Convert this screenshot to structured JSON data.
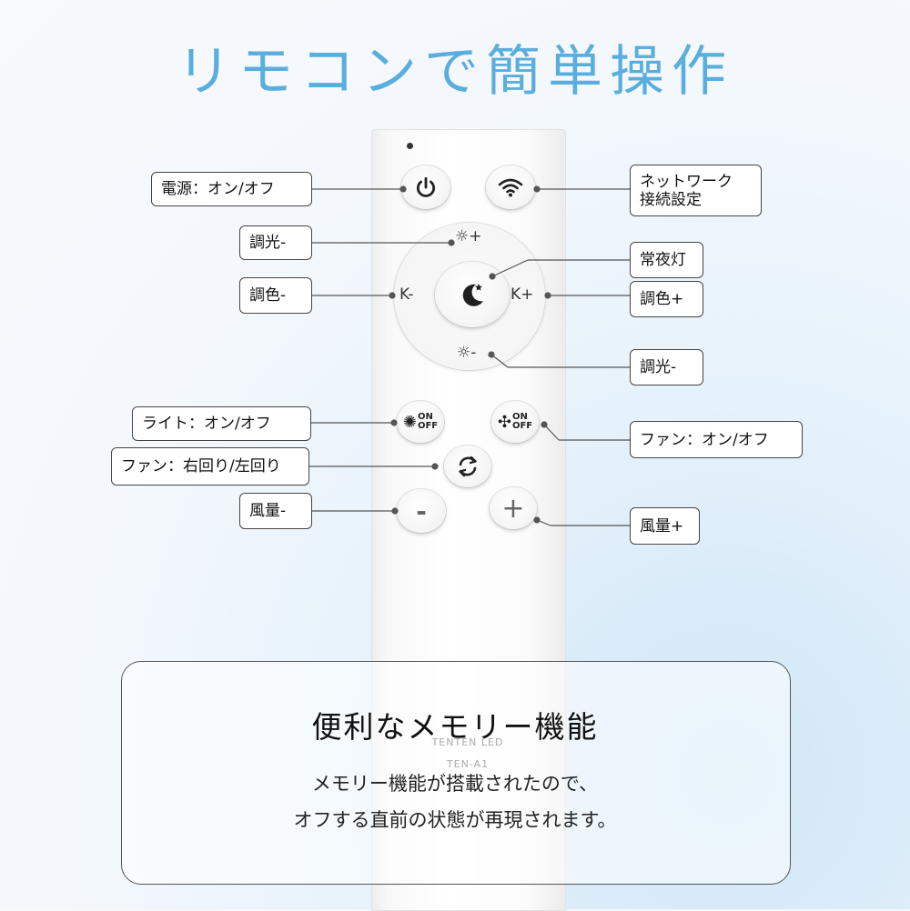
{
  "title": "リモコンで簡単操作",
  "colors": {
    "title": "#5aaede",
    "callout_border": "#444444"
  },
  "remote": {
    "ring": {
      "brightness_up": "☼+",
      "brightness_down": "☼-",
      "color_minus": "K-",
      "color_plus": "K+"
    },
    "on_label": "ON",
    "off_label": "OFF",
    "minus_symbol": "-",
    "plus_symbol": "+",
    "brand": "TENTEN  LED",
    "model": "TEN-A1"
  },
  "callouts": {
    "power": "電源：オン/オフ",
    "network_line1": "ネットワーク",
    "network_line2": "接続設定",
    "dim_minus_top": "調光-",
    "night_light": "常夜灯",
    "color_minus": "調色-",
    "color_plus": "調色+",
    "dim_minus_bottom": "調光-",
    "light_onoff": "ライト：オン/オフ",
    "fan_onoff": "ファン：オン/オフ",
    "fan_rotation": "ファン：右回り/左回り",
    "wind_minus": "風量-",
    "wind_plus": "風量+"
  },
  "icons": [
    "power-icon",
    "wifi-icon",
    "moon-star-icon",
    "light-icon",
    "fan-icon",
    "rotate-icon"
  ],
  "memory": {
    "title": "便利なメモリー機能",
    "line1": "メモリー機能が搭載されたので、",
    "line2": "オフする直前の状態が再現されます。"
  }
}
